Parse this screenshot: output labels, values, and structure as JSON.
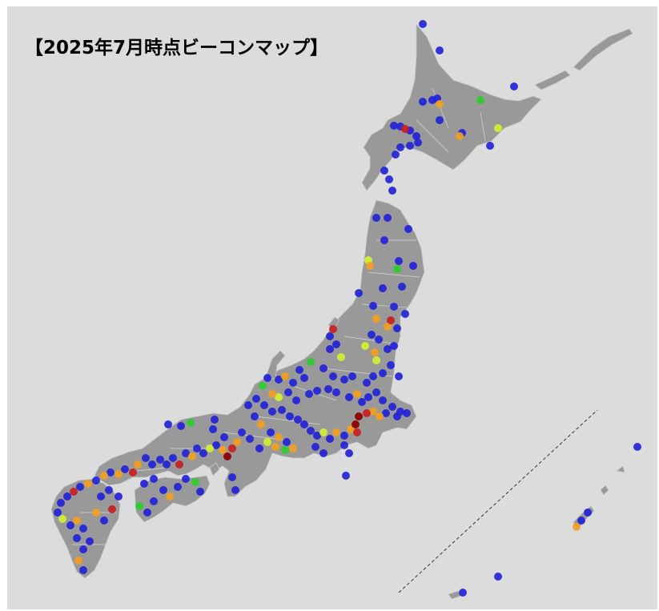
{
  "title": "【2025年7月時点ビーコンマップ】",
  "colors": {
    "background": "#dcdcdc",
    "land": "#999999",
    "marker_levels": {
      "blue": "#2323d8",
      "green": "#2ecc2e",
      "yellow": "#d4f032",
      "orange": "#f0a020",
      "red": "#c81e1e",
      "dark_red": "#8b0000"
    }
  },
  "markers": [
    [
      528,
      30,
      "blue"
    ],
    [
      549,
      63,
      "blue"
    ],
    [
      642,
      108,
      "blue"
    ],
    [
      600,
      125,
      "green"
    ],
    [
      528,
      127,
      "blue"
    ],
    [
      540,
      125,
      "blue"
    ],
    [
      546,
      123,
      "blue"
    ],
    [
      549,
      130,
      "orange"
    ],
    [
      549,
      150,
      "blue"
    ],
    [
      577,
      166,
      "blue"
    ],
    [
      574,
      170,
      "orange"
    ],
    [
      622,
      160,
      "yellow"
    ],
    [
      612,
      182,
      "blue"
    ],
    [
      492,
      157,
      "blue"
    ],
    [
      500,
      158,
      "blue"
    ],
    [
      506,
      161,
      "red"
    ],
    [
      512,
      163,
      "blue"
    ],
    [
      520,
      170,
      "blue"
    ],
    [
      522,
      178,
      "blue"
    ],
    [
      512,
      182,
      "blue"
    ],
    [
      500,
      184,
      "blue"
    ],
    [
      494,
      193,
      "blue"
    ],
    [
      480,
      213,
      "blue"
    ],
    [
      486,
      224,
      "blue"
    ],
    [
      490,
      238,
      "blue"
    ],
    [
      470,
      272,
      "blue"
    ],
    [
      484,
      272,
      "blue"
    ],
    [
      510,
      286,
      "blue"
    ],
    [
      480,
      300,
      "blue"
    ],
    [
      460,
      325,
      "yellow"
    ],
    [
      462,
      332,
      "orange"
    ],
    [
      498,
      326,
      "blue"
    ],
    [
      496,
      336,
      "green"
    ],
    [
      516,
      332,
      "blue"
    ],
    [
      478,
      360,
      "blue"
    ],
    [
      502,
      358,
      "blue"
    ],
    [
      448,
      366,
      "blue"
    ],
    [
      466,
      382,
      "blue"
    ],
    [
      492,
      383,
      "blue"
    ],
    [
      506,
      392,
      "blue"
    ],
    [
      470,
      398,
      "orange"
    ],
    [
      488,
      400,
      "red"
    ],
    [
      484,
      408,
      "orange"
    ],
    [
      496,
      410,
      "blue"
    ],
    [
      464,
      418,
      "blue"
    ],
    [
      473,
      424,
      "blue"
    ],
    [
      416,
      411,
      "red"
    ],
    [
      412,
      420,
      "blue"
    ],
    [
      420,
      430,
      "blue"
    ],
    [
      412,
      436,
      "blue"
    ],
    [
      426,
      446,
      "yellow"
    ],
    [
      456,
      432,
      "yellow"
    ],
    [
      468,
      440,
      "orange"
    ],
    [
      470,
      450,
      "yellow"
    ],
    [
      484,
      436,
      "blue"
    ],
    [
      492,
      432,
      "blue"
    ],
    [
      488,
      456,
      "blue"
    ],
    [
      498,
      470,
      "blue"
    ],
    [
      478,
      466,
      "blue"
    ],
    [
      466,
      470,
      "blue"
    ],
    [
      458,
      478,
      "blue"
    ],
    [
      440,
      470,
      "blue"
    ],
    [
      430,
      474,
      "blue"
    ],
    [
      416,
      470,
      "blue"
    ],
    [
      404,
      460,
      "blue"
    ],
    [
      388,
      452,
      "green"
    ],
    [
      374,
      462,
      "blue"
    ],
    [
      380,
      472,
      "blue"
    ],
    [
      366,
      478,
      "blue"
    ],
    [
      356,
      470,
      "orange"
    ],
    [
      348,
      474,
      "blue"
    ],
    [
      334,
      472,
      "blue"
    ],
    [
      328,
      482,
      "green"
    ],
    [
      340,
      492,
      "orange"
    ],
    [
      348,
      496,
      "yellow"
    ],
    [
      360,
      490,
      "blue"
    ],
    [
      370,
      500,
      "blue"
    ],
    [
      386,
      492,
      "blue"
    ],
    [
      396,
      488,
      "blue"
    ],
    [
      410,
      486,
      "blue"
    ],
    [
      420,
      490,
      "blue"
    ],
    [
      436,
      496,
      "blue"
    ],
    [
      446,
      492,
      "orange"
    ],
    [
      452,
      502,
      "blue"
    ],
    [
      460,
      496,
      "blue"
    ],
    [
      470,
      490,
      "blue"
    ],
    [
      478,
      500,
      "blue"
    ],
    [
      490,
      508,
      "blue"
    ],
    [
      500,
      514,
      "blue"
    ],
    [
      508,
      516,
      "blue"
    ],
    [
      496,
      520,
      "blue"
    ],
    [
      482,
      516,
      "blue"
    ],
    [
      474,
      520,
      "orange"
    ],
    [
      466,
      514,
      "orange"
    ],
    [
      458,
      516,
      "red"
    ],
    [
      448,
      520,
      "dark_red"
    ],
    [
      444,
      530,
      "dark_red"
    ],
    [
      446,
      540,
      "red"
    ],
    [
      438,
      536,
      "orange"
    ],
    [
      430,
      544,
      "blue"
    ],
    [
      420,
      540,
      "orange"
    ],
    [
      412,
      548,
      "blue"
    ],
    [
      404,
      540,
      "yellow"
    ],
    [
      396,
      544,
      "blue"
    ],
    [
      388,
      538,
      "blue"
    ],
    [
      380,
      530,
      "blue"
    ],
    [
      372,
      524,
      "blue"
    ],
    [
      362,
      520,
      "blue"
    ],
    [
      352,
      512,
      "blue"
    ],
    [
      340,
      514,
      "blue"
    ],
    [
      330,
      506,
      "blue"
    ],
    [
      320,
      498,
      "blue"
    ],
    [
      310,
      506,
      "blue"
    ],
    [
      318,
      520,
      "blue"
    ],
    [
      326,
      530,
      "orange"
    ],
    [
      338,
      540,
      "blue"
    ],
    [
      348,
      546,
      "orange"
    ],
    [
      358,
      552,
      "blue"
    ],
    [
      366,
      560,
      "orange"
    ],
    [
      356,
      562,
      "green"
    ],
    [
      344,
      558,
      "orange"
    ],
    [
      334,
      552,
      "yellow"
    ],
    [
      324,
      560,
      "blue"
    ],
    [
      312,
      548,
      "blue"
    ],
    [
      302,
      540,
      "blue"
    ],
    [
      296,
      552,
      "orange"
    ],
    [
      290,
      560,
      "red"
    ],
    [
      284,
      570,
      "dark_red"
    ],
    [
      278,
      562,
      "orange"
    ],
    [
      270,
      556,
      "blue"
    ],
    [
      262,
      560,
      "yellow"
    ],
    [
      254,
      566,
      "blue"
    ],
    [
      246,
      560,
      "blue"
    ],
    [
      240,
      570,
      "orange"
    ],
    [
      232,
      566,
      "blue"
    ],
    [
      224,
      580,
      "red"
    ],
    [
      216,
      572,
      "blue"
    ],
    [
      208,
      580,
      "blue"
    ],
    [
      200,
      574,
      "blue"
    ],
    [
      190,
      580,
      "blue"
    ],
    [
      182,
      572,
      "blue"
    ],
    [
      172,
      580,
      "orange"
    ],
    [
      166,
      590,
      "red"
    ],
    [
      156,
      586,
      "blue"
    ],
    [
      148,
      592,
      "orange"
    ],
    [
      138,
      590,
      "blue"
    ],
    [
      130,
      594,
      "orange"
    ],
    [
      120,
      600,
      "blue"
    ],
    [
      110,
      604,
      "orange"
    ],
    [
      100,
      608,
      "blue"
    ],
    [
      92,
      614,
      "red"
    ],
    [
      84,
      620,
      "blue"
    ],
    [
      76,
      628,
      "blue"
    ],
    [
      72,
      640,
      "blue"
    ],
    [
      78,
      648,
      "yellow"
    ],
    [
      88,
      656,
      "blue"
    ],
    [
      96,
      650,
      "orange"
    ],
    [
      104,
      660,
      "blue"
    ],
    [
      96,
      672,
      "blue"
    ],
    [
      104,
      686,
      "blue"
    ],
    [
      98,
      700,
      "orange"
    ],
    [
      104,
      712,
      "blue"
    ],
    [
      112,
      676,
      "blue"
    ],
    [
      120,
      640,
      "orange"
    ],
    [
      130,
      650,
      "blue"
    ],
    [
      140,
      636,
      "red"
    ],
    [
      148,
      620,
      "blue"
    ],
    [
      136,
      612,
      "blue"
    ],
    [
      126,
      620,
      "blue"
    ],
    [
      180,
      604,
      "blue"
    ],
    [
      192,
      598,
      "blue"
    ],
    [
      204,
      612,
      "blue"
    ],
    [
      212,
      620,
      "orange"
    ],
    [
      222,
      608,
      "blue"
    ],
    [
      232,
      598,
      "blue"
    ],
    [
      244,
      602,
      "green"
    ],
    [
      250,
      614,
      "blue"
    ],
    [
      174,
      632,
      "green"
    ],
    [
      184,
      640,
      "blue"
    ],
    [
      192,
      626,
      "blue"
    ],
    [
      210,
      530,
      "blue"
    ],
    [
      226,
      532,
      "blue"
    ],
    [
      238,
      528,
      "green"
    ],
    [
      268,
      524,
      "blue"
    ],
    [
      266,
      536,
      "blue"
    ],
    [
      280,
      546,
      "blue"
    ],
    [
      290,
      596,
      "blue"
    ],
    [
      294,
      612,
      "blue"
    ],
    [
      430,
      556,
      "blue"
    ],
    [
      436,
      566,
      "blue"
    ],
    [
      432,
      594,
      "blue"
    ],
    [
      394,
      558,
      "blue"
    ],
    [
      404,
      566,
      "blue"
    ],
    [
      720,
      658,
      "orange"
    ],
    [
      726,
      650,
      "blue"
    ],
    [
      734,
      640,
      "blue"
    ],
    [
      622,
      720,
      "blue"
    ],
    [
      578,
      740,
      "blue"
    ],
    [
      796,
      558,
      "blue"
    ]
  ]
}
